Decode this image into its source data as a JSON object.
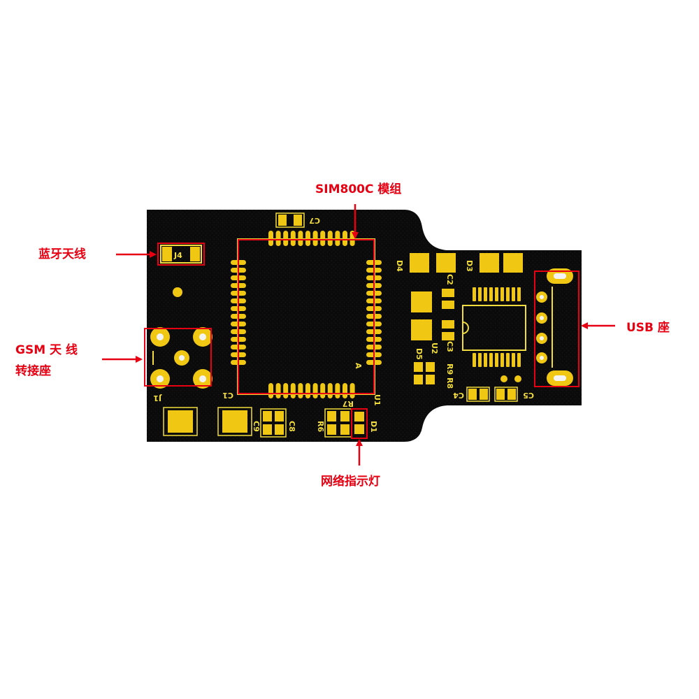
{
  "colors": {
    "board": "#0b0b0b",
    "pad_gold": "#f0c814",
    "silkscreen": "#f2dd3c",
    "callout_red": "#e60012",
    "background": "#ffffff"
  },
  "callouts": {
    "bluetooth_antenna": "蓝牙天线",
    "sim800c_module": "SIM800C 模组",
    "gsm_antenna_line1": "GSM  天  线",
    "gsm_antenna_line2": "转接座",
    "network_led": "网络指示灯",
    "usb_socket": "USB 座"
  },
  "silkscreen": {
    "J4": "J4",
    "C7": "C7",
    "J1": "J1",
    "C1": "C1",
    "C9": "C9",
    "C8": "C8",
    "R6": "R6",
    "R7": "R7",
    "D1": "D1",
    "U1": "U1",
    "pin1_marker": "A",
    "D4": "D4",
    "D3": "D3",
    "C2": "C2",
    "C3": "C3",
    "U2": "U2",
    "D5": "D5",
    "R9": "R9",
    "R8": "R8",
    "C4": "C4",
    "C5": "C5"
  }
}
